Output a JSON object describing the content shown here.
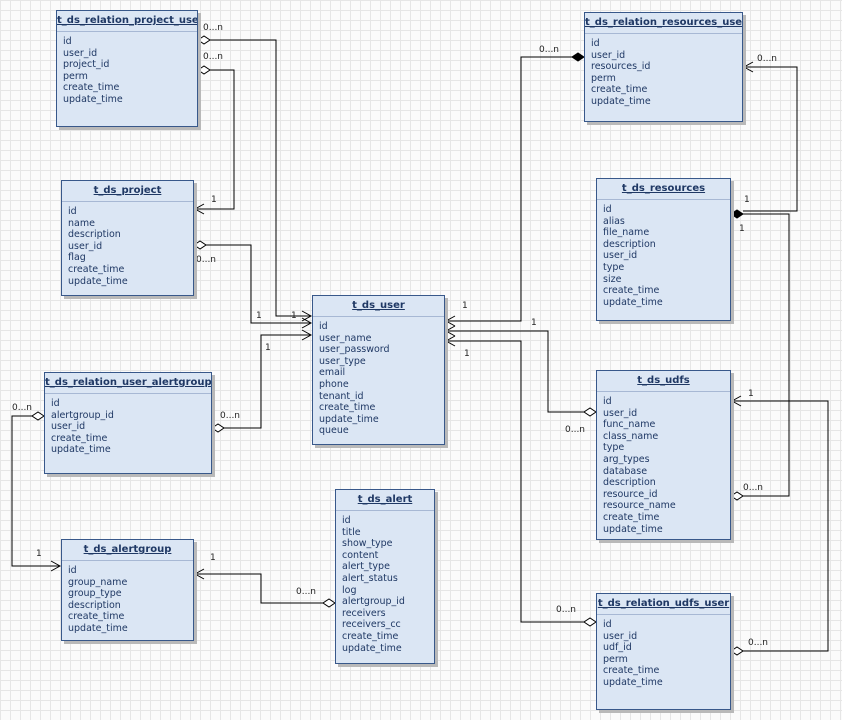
{
  "colors": {
    "entity_fill": "#dbe6f4",
    "entity_border": "#38588a",
    "title_text": "#1f3864",
    "line": "#000000"
  },
  "entities": {
    "rel_project_user": {
      "title": "t_ds_relation_project_user",
      "fields": [
        "id",
        "user_id",
        "project_id",
        "perm",
        "create_time",
        "update_time"
      ]
    },
    "project": {
      "title": "t_ds_project",
      "fields": [
        "id",
        "name",
        "description",
        "user_id",
        "flag",
        "create_time",
        "update_time"
      ]
    },
    "rel_user_alertgroup": {
      "title": "t_ds_relation_user_alertgroup",
      "fields": [
        "id",
        "alertgroup_id",
        "user_id",
        "create_time",
        "update_time"
      ]
    },
    "alertgroup": {
      "title": "t_ds_alertgroup",
      "fields": [
        "id",
        "group_name",
        "group_type",
        "description",
        "create_time",
        "update_time"
      ]
    },
    "user": {
      "title": "t_ds_user",
      "fields": [
        "id",
        "user_name",
        "user_password",
        "user_type",
        "email",
        "phone",
        "tenant_id",
        "create_time",
        "update_time",
        "queue"
      ]
    },
    "alert": {
      "title": "t_ds_alert",
      "fields": [
        "id",
        "title",
        "show_type",
        "content",
        "alert_type",
        "alert_status",
        "log",
        "alertgroup_id",
        "receivers",
        "receivers_cc",
        "create_time",
        "update_time"
      ]
    },
    "rel_resources_user": {
      "title": "t_ds_relation_resources_user",
      "fields": [
        "id",
        "user_id",
        "resources_id",
        "perm",
        "create_time",
        "update_time"
      ]
    },
    "resources": {
      "title": "t_ds_resources",
      "fields": [
        "id",
        "alias",
        "file_name",
        "description",
        "user_id",
        "type",
        "size",
        "create_time",
        "update_time"
      ]
    },
    "udfs": {
      "title": "t_ds_udfs",
      "fields": [
        "id",
        "user_id",
        "func_name",
        "class_name",
        "type",
        "arg_types",
        "database",
        "description",
        "resource_id",
        "resource_name",
        "create_time",
        "update_time"
      ]
    },
    "rel_udfs_user": {
      "title": "t_ds_relation_udfs_user",
      "fields": [
        "id",
        "user_id",
        "udf_id",
        "perm",
        "create_time",
        "update_time"
      ]
    }
  },
  "multiplicities": {
    "many": "0...n",
    "one": "1"
  }
}
